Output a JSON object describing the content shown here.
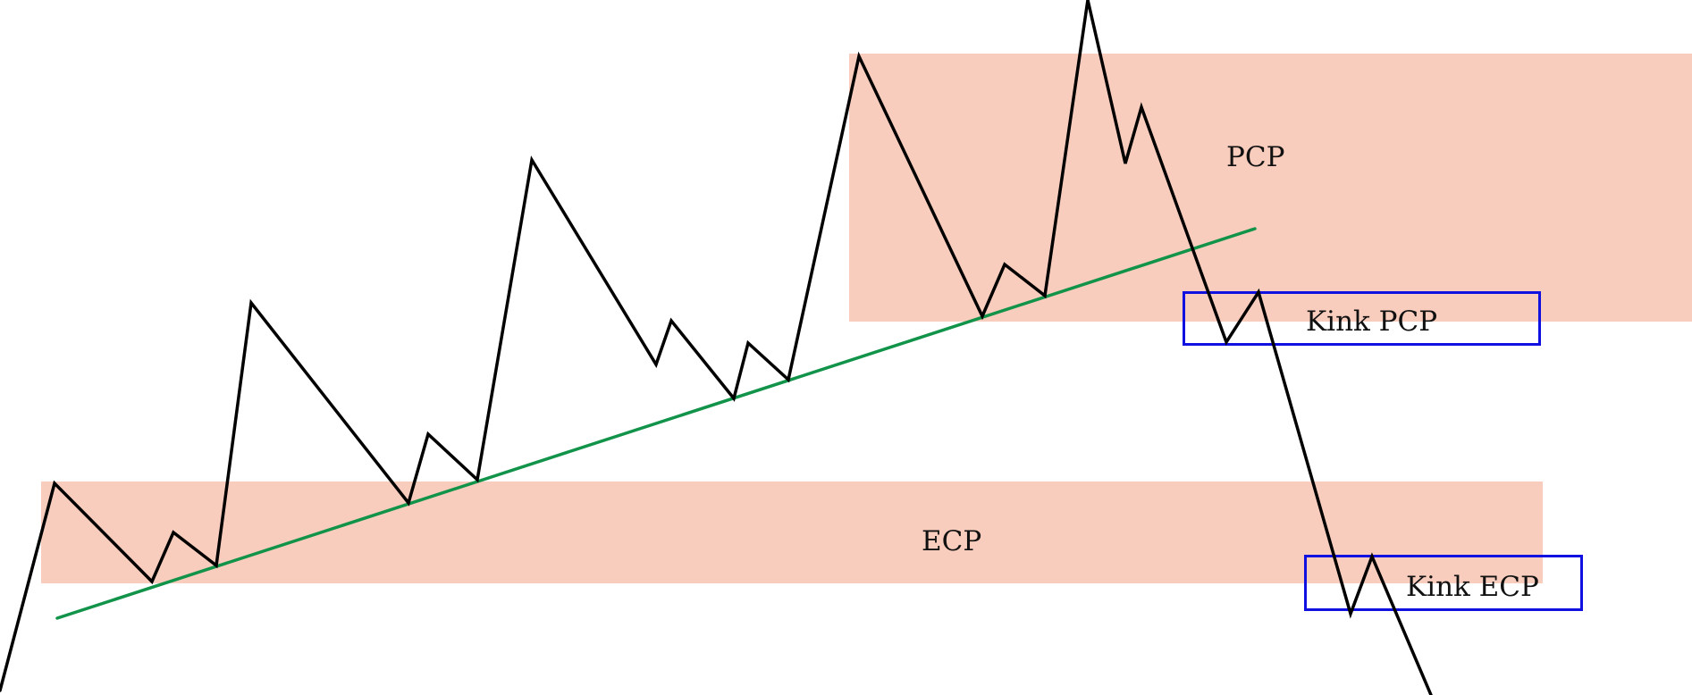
{
  "labels": {
    "pcp": "PCP",
    "ecp": "ECP",
    "kink_pcp": "Kink PCP",
    "kink_ecp": "Kink ECP"
  },
  "colors": {
    "zone_fill": "#f9cdbd",
    "price_line": "#000000",
    "trend_line": "#11934a",
    "kink_box": "#1010e0",
    "background": "#ffffff"
  }
}
